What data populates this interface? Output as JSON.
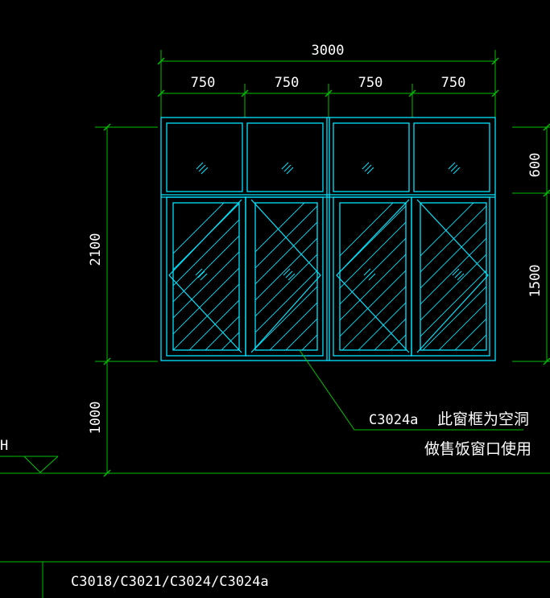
{
  "dimensions": {
    "overall_width": "3000",
    "pane_widths": [
      "750",
      "750",
      "750",
      "750"
    ],
    "total_height": "2100",
    "upper_height": "600",
    "lower_height": "1500",
    "sill_height": "1000"
  },
  "level_marker": {
    "label": "H"
  },
  "annotation": {
    "code": "C3024a",
    "line1": "此窗框为空洞",
    "line2": "做售饭窗口使用"
  },
  "title_block": {
    "window_codes": "C3018/C3021/C3024/C3024a"
  },
  "colors": {
    "background": "#000000",
    "window_frame": "#00e5ff",
    "dimension_lines": "#00c000",
    "text": "#ffffff"
  }
}
